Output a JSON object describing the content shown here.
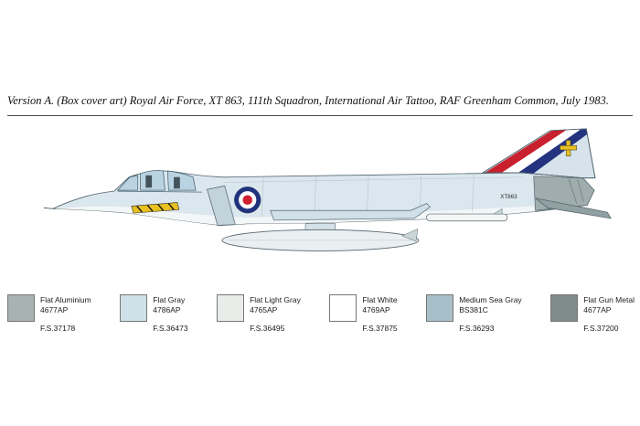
{
  "caption": "Version A. (Box cover art) Royal Air Force, XT 863, 111th Squadron, International Air Tattoo, RAF Greenham Common, July 1983.",
  "aircraft": {
    "serial": "XT863"
  },
  "palette": {
    "roundel_blue": "#20327e",
    "roundel_red": "#cf2030",
    "flash_red": "#c8202c",
    "flash_white": "#ffffff",
    "flash_blue": "#24337f",
    "squadron_yellow": "#e8c020"
  },
  "colors": [
    {
      "name": "Flat Aluminium",
      "code": "4677AP",
      "fs": "F.S.37178",
      "hex": "#a9b2b2"
    },
    {
      "name": "Flat Gray",
      "code": "4786AP",
      "fs": "F.S.36473",
      "hex": "#cfe0e8"
    },
    {
      "name": "Flat Light Gray",
      "code": "4765AP",
      "fs": "F.S.36495",
      "hex": "#e9ece9"
    },
    {
      "name": "Flat White",
      "code": "4769AP",
      "fs": "F.S.37875",
      "hex": "#ffffff"
    },
    {
      "name": "Medium Sea Gray",
      "code": "BS381C",
      "fs": "F.S.36293",
      "hex": "#a7bfc9"
    },
    {
      "name": "Flat Gun Metal",
      "code": "4677AP",
      "fs": "F.S.37200",
      "hex": "#7f8c8a"
    }
  ]
}
